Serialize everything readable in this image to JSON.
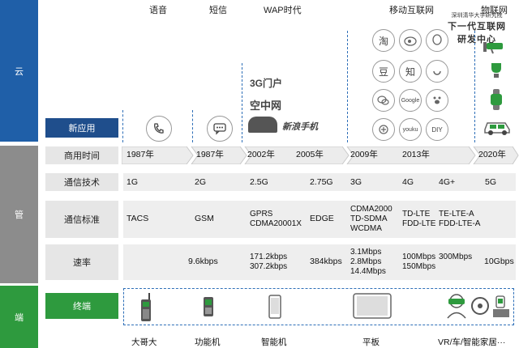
{
  "sections": {
    "cloud": "云",
    "pipe": "管",
    "end": "端"
  },
  "tech_headers": {
    "voice": "语音",
    "sms": "短信",
    "wap": "WAP时代",
    "mobile_internet": "移动互联网",
    "iot": "物联网"
  },
  "watermark": {
    "line1": "深圳清华大学研究院",
    "line2": "下一代互联网",
    "line3": "研发中心"
  },
  "new_app_label": "新应用",
  "wap_logos": {
    "l1": "3G门户",
    "l2": "空中网",
    "l3": "新浪手机"
  },
  "app_icons": [
    "淘",
    "豆",
    "知",
    "Google",
    "youku",
    "DIY"
  ],
  "row_labels": {
    "time": "商用时间",
    "tech": "通信技术",
    "standard": "通信标准",
    "rate": "速率",
    "terminal": "终端"
  },
  "years": [
    "1987年",
    "1987年",
    "2002年",
    "2005年",
    "2009年",
    "2013年",
    "2020年"
  ],
  "techs": [
    "1G",
    "2G",
    "2.5G",
    "2.75G",
    "3G",
    "4G",
    "4G+",
    "5G"
  ],
  "standards": {
    "s1": "TACS",
    "s2": "GSM",
    "s3a": "GPRS",
    "s3b": "CDMA20001X",
    "s4": "EDGE",
    "s5a": "CDMA2000",
    "s5b": "TD-SDMA",
    "s5c": "WCDMA",
    "s6a": "TD-LTE",
    "s6b": "FDD-LTE",
    "s7a": "TE-LTE-A",
    "s7b": "FDD-LTE-A"
  },
  "rates": {
    "r2": "9.6kbps",
    "r3a": "171.2kbps",
    "r3b": "307.2kbps",
    "r4": "384kbps",
    "r5a": "3.1Mbps",
    "r5b": "2.8Mbps",
    "r5c": "14.4Mbps",
    "r6a": "100Mbps",
    "r6b": "150Mbps",
    "r7": "300Mbps",
    "r8": "10Gbps"
  },
  "devices": [
    "大哥大",
    "功能机",
    "智能机",
    "平板",
    "VR/车/智能家居···"
  ],
  "colors": {
    "cloud": "#1f5fa8",
    "pipe": "#8c8c8c",
    "end": "#2e9a3e",
    "new_app": "#1f4e8c",
    "dash": "#2e6fb8"
  }
}
